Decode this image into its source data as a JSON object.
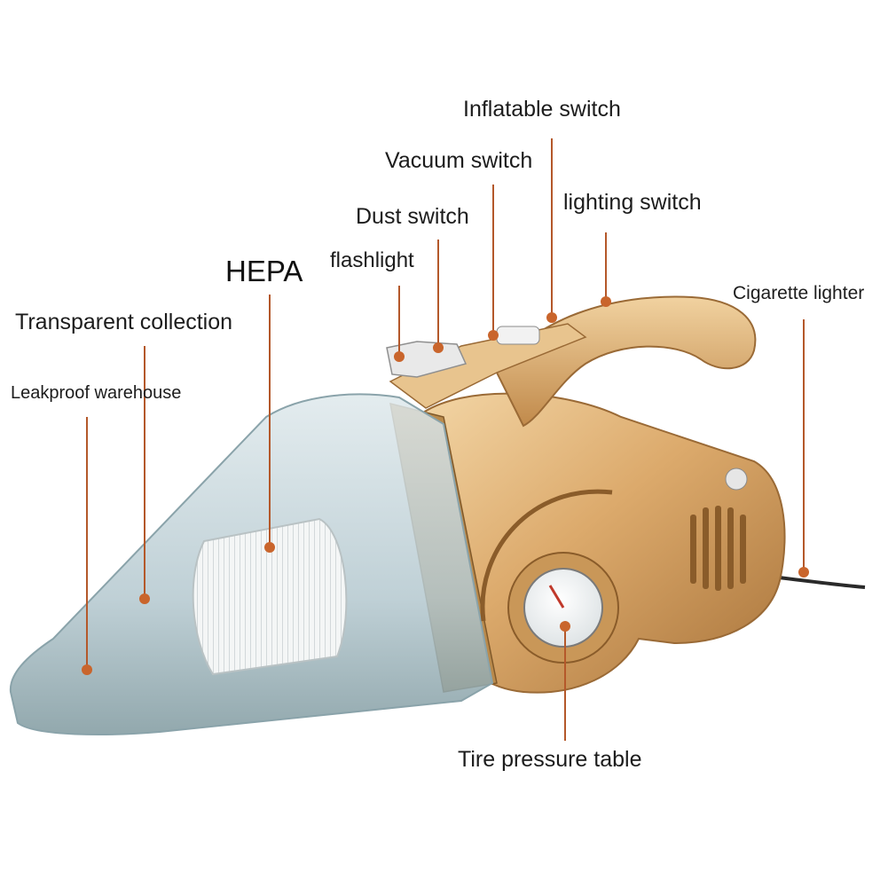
{
  "labels": {
    "inflatable_switch": "Inflatable switch",
    "vacuum_switch": "Vacuum switch",
    "lighting_switch": "lighting switch",
    "dust_switch": "Dust switch",
    "flashlight": "flashlight",
    "hepa": "HEPA",
    "cigarette_lighter": "Cigarette lighter",
    "transparent_collection": "Transparent collection",
    "leakproof_warehouse": "Leakproof warehouse",
    "tire_pressure_table": "Tire pressure table"
  },
  "colors": {
    "callout_line": "#b4582a",
    "callout_dot": "#c9652c",
    "body_gold": "#d9a86a",
    "body_gold_dark": "#a8733a",
    "canister": "#b9ccd2",
    "label_text": "#1c1c1c"
  }
}
